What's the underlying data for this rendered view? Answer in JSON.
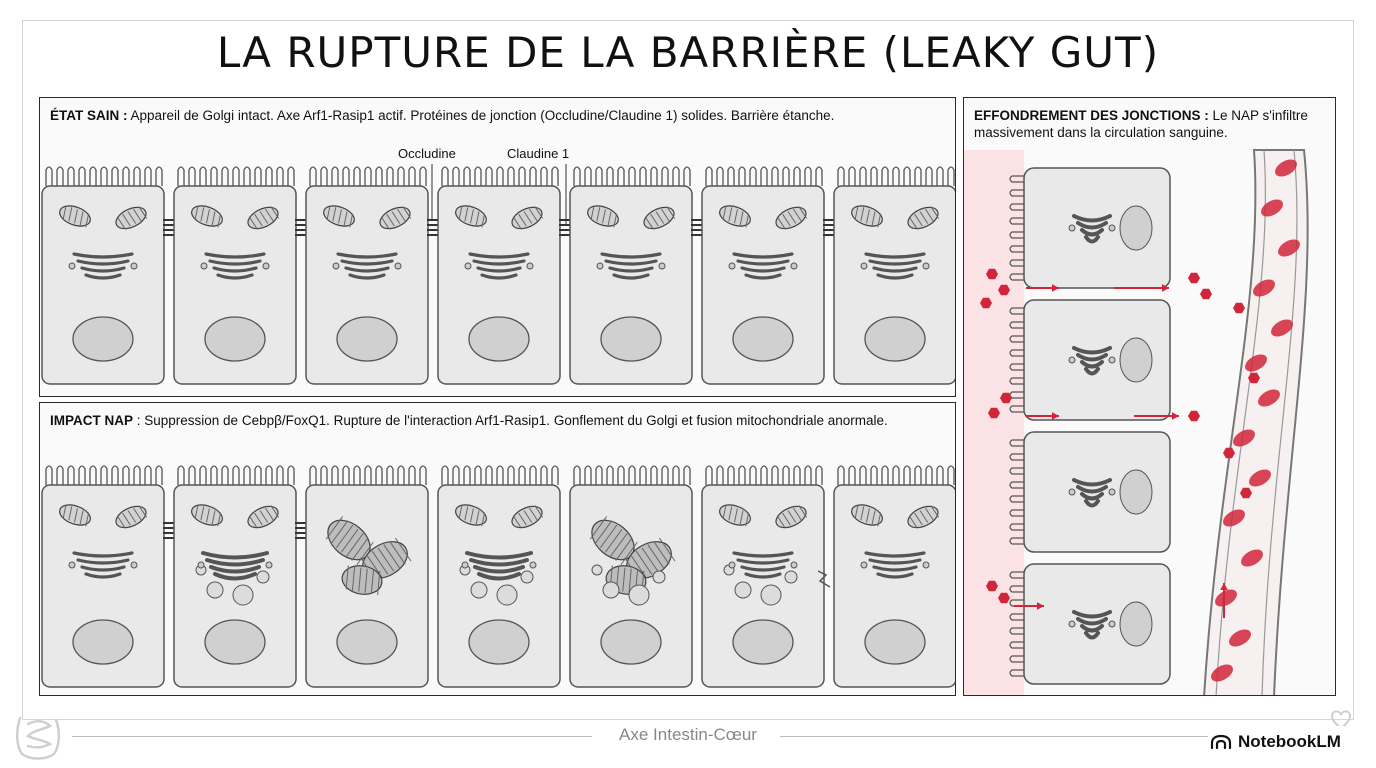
{
  "title": "LA RUPTURE DE LA BARRIÈRE (LEAKY GUT)",
  "panels": {
    "healthy": {
      "heading": "ÉTAT SAIN :",
      "text": " Appareil de Golgi intact. Axe Arf1-Rasip1 actif. Protéines de jonction (Occludine/Claudine 1) solides. Barrière étanche.",
      "label_occludine": "Occludine",
      "label_claudine": "Claudine 1"
    },
    "impact": {
      "heading": "IMPACT NAP",
      "text": " : Suppression de Cebpβ/FoxQ1. Rupture de l'interaction Arf1-Rasip1. Gonflement du Golgi et fusion mitochondriale anormale."
    },
    "collapse": {
      "heading": "EFFONDREMENT DES JONCTIONS :",
      "text": " Le NAP s'infiltre massivement dans la circulation sanguine."
    }
  },
  "footer": {
    "label": "Axe Intestin-Cœur",
    "brand": "NotebookLM"
  },
  "colors": {
    "nap_red": "#d0263a",
    "cell_fill": "#e8e8e8",
    "outline": "#555555"
  },
  "icons": [
    "intestine-icon",
    "heart-hand-icon",
    "notebooklm-logo-icon"
  ]
}
